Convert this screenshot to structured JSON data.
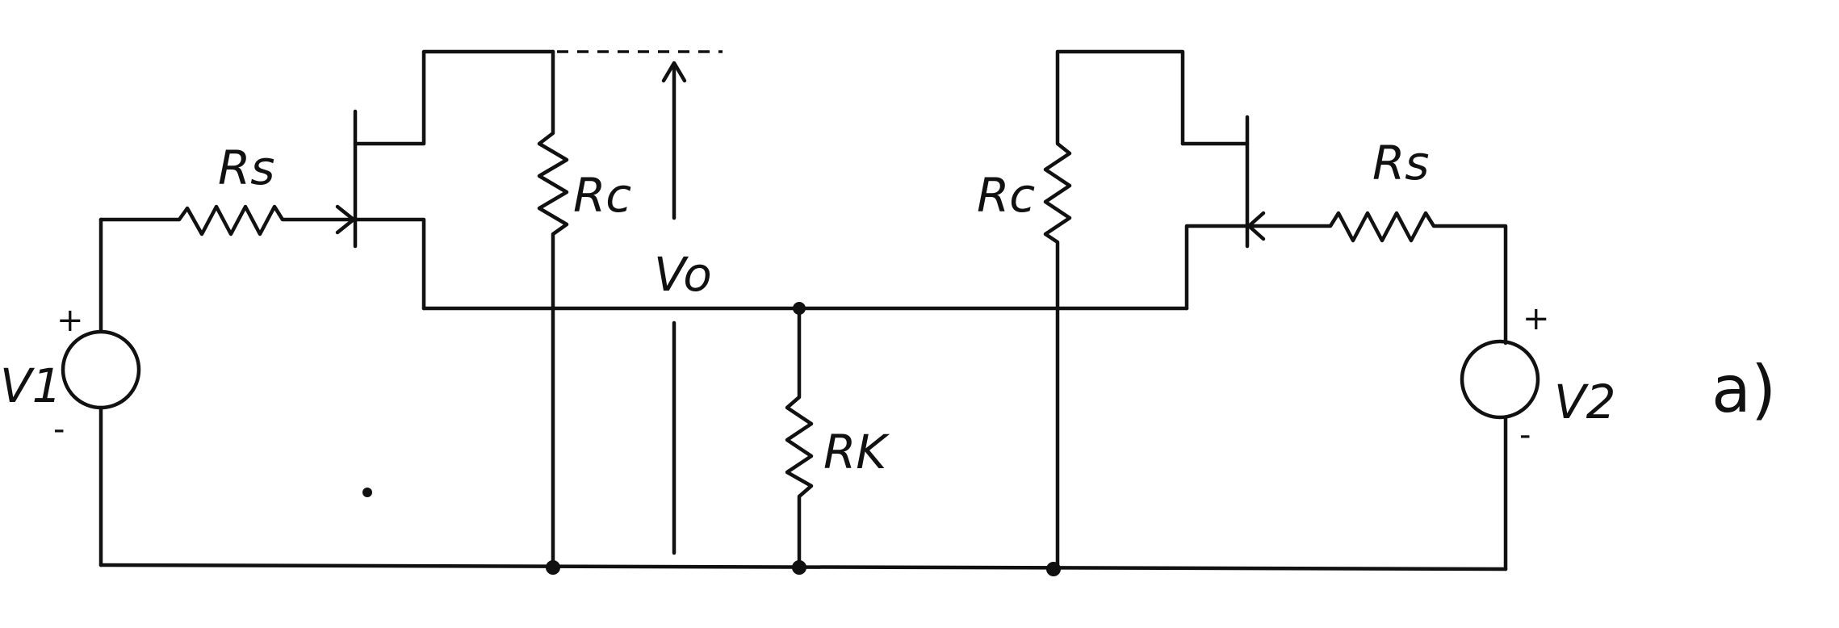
{
  "diagram": {
    "labels": {
      "rs_left": "Rs",
      "rs_right": "Rs",
      "rc_left": "Rc",
      "rc_right": "Rc",
      "rk": "RK",
      "vo": "Vo",
      "v1": "V1",
      "v2": "V2",
      "panel": "a)"
    },
    "signs": {
      "v1_plus": "+",
      "v1_minus": "-",
      "v2_plus": "+",
      "v2_minus": "-"
    }
  }
}
